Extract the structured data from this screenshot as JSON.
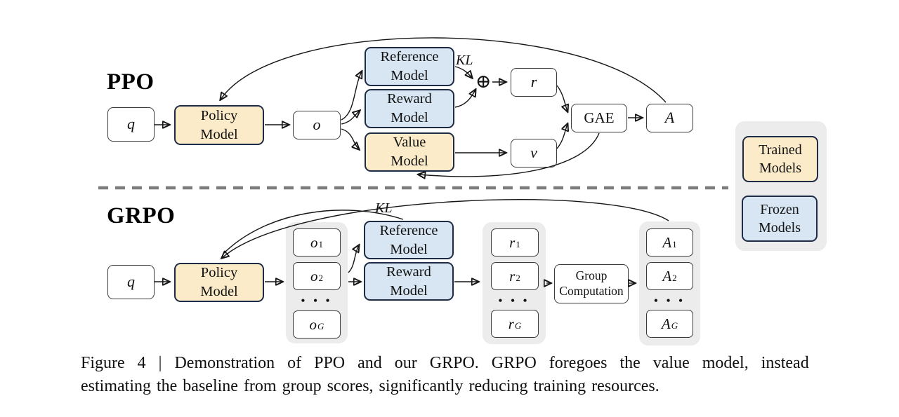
{
  "figure": {
    "caption_line1": "Figure 4 | Demonstration of PPO and our GRPO. GRPO foregoes the value model, instead",
    "caption_line2": "estimating the baseline from group scores, significantly reducing training resources."
  },
  "colors": {
    "trained_fill": "#FBEBC9",
    "frozen_fill": "#D8E6F3",
    "group_fill": "#ECECEC",
    "box_border_dark": "#1D2B45",
    "arrow": "#151515",
    "divider": "#7D7D7D"
  },
  "legend": {
    "trained_label": "Trained\nModels",
    "frozen_label": "Frozen\nModels"
  },
  "ppo": {
    "heading": "PPO",
    "q": "q",
    "policy_model": "Policy\nModel",
    "o": "o",
    "reference_model": "Reference\nModel",
    "reward_model": "Reward\nModel",
    "value_model": "Value\nModel",
    "kl": "KL",
    "oplus": "⊕",
    "r": "r",
    "v": "v",
    "gae": "GAE",
    "a": "A"
  },
  "grpo": {
    "heading": "GRPO",
    "q": "q",
    "policy_model": "Policy\nModel",
    "kl": "KL",
    "reference_model": "Reference\nModel",
    "reward_model": "Reward\nModel",
    "group_computation": "Group\nComputation",
    "ellipsis": "• • •",
    "outputs": [
      {
        "base": "o",
        "sub": "1"
      },
      {
        "base": "o",
        "sub": "2"
      },
      {
        "base": "o",
        "sub": "G"
      }
    ],
    "rewards": [
      {
        "base": "r",
        "sub": "1"
      },
      {
        "base": "r",
        "sub": "2"
      },
      {
        "base": "r",
        "sub": "G"
      }
    ],
    "advantages": [
      {
        "base": "A",
        "sub": "1"
      },
      {
        "base": "A",
        "sub": "2"
      },
      {
        "base": "A",
        "sub": "G"
      }
    ]
  }
}
